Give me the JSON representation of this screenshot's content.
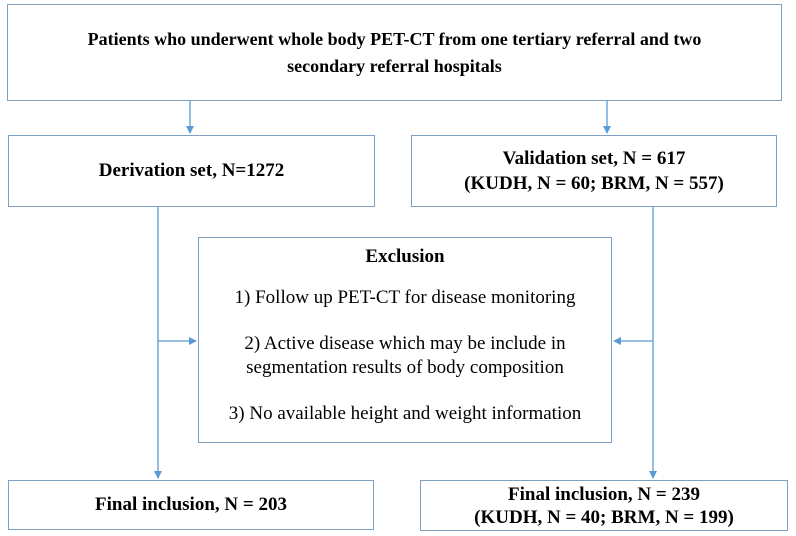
{
  "top_box": {
    "line1": "Patients who underwent whole body PET-CT from one tertiary referral and two",
    "line2": "secondary referral hospitals"
  },
  "derivation": {
    "label": "Derivation set, N=1272"
  },
  "validation": {
    "line1": "Validation set, N = 617",
    "line2": "(KUDH, N = 60; BRM, N = 557)"
  },
  "exclusion": {
    "title": "Exclusion",
    "items": [
      "1)  Follow up PET-CT for disease monitoring",
      "2)  Active disease which may be include in",
      "segmentation results of body composition",
      "3)  No available height and weight information"
    ]
  },
  "final_left": {
    "label": "Final inclusion, N = 203"
  },
  "final_right": {
    "line1": "Final inclusion, N = 239",
    "line2": "(KUDH, N = 40; BRM, N = 199)"
  },
  "colors": {
    "border": "#7f9fbf",
    "arrow": "#5b9bd5"
  }
}
